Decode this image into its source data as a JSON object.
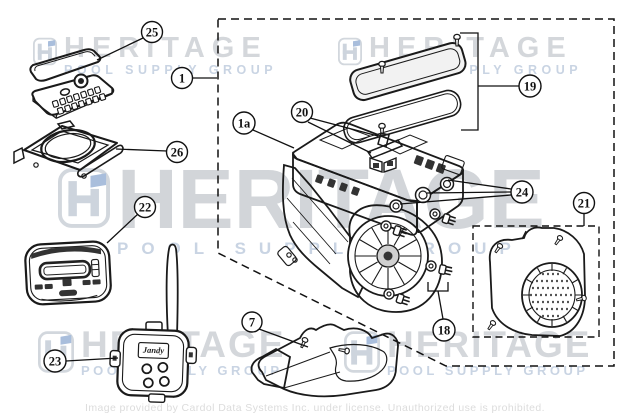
{
  "watermark": {
    "brand": "HERITAGE",
    "tagline": "POOL SUPPLY GROUP",
    "brand_color": "#d4d7db",
    "tagline_color": "#c9d4e3",
    "logo_accent_color": "#a9bedc"
  },
  "license": {
    "text": "Image provided by Cardol Data Systems Inc. under license. Unauthorized use is prohibited."
  },
  "diagram": {
    "callouts": [
      {
        "label": "25"
      },
      {
        "label": "1"
      },
      {
        "label": "1a"
      },
      {
        "label": "20"
      },
      {
        "label": "19"
      },
      {
        "label": "26"
      },
      {
        "label": "22"
      },
      {
        "label": "24"
      },
      {
        "label": "21"
      },
      {
        "label": "18"
      },
      {
        "label": "23"
      },
      {
        "label": "7"
      }
    ],
    "transmitter_brand": "Jandy",
    "parts": [
      {
        "callout": "25",
        "name": "keypad-with-flip-lid"
      },
      {
        "callout": "26",
        "name": "keypad-mounting-frame"
      },
      {
        "callout": "22",
        "name": "handheld-remote"
      },
      {
        "callout": "23",
        "name": "wireless-transceiver"
      },
      {
        "callout": "1",
        "name": "control-assembly-boundary"
      },
      {
        "callout": "1a",
        "name": "power-center-enclosure"
      },
      {
        "callout": "19",
        "name": "access-cover-with-screws"
      },
      {
        "callout": "20",
        "name": "switch-with-screw"
      },
      {
        "callout": "24",
        "name": "conduit-bushings"
      },
      {
        "callout": "18",
        "name": "mounting-bolts-with-washers"
      },
      {
        "callout": "21",
        "name": "blower-cover"
      },
      {
        "callout": "7",
        "name": "bottom-shroud"
      }
    ]
  }
}
